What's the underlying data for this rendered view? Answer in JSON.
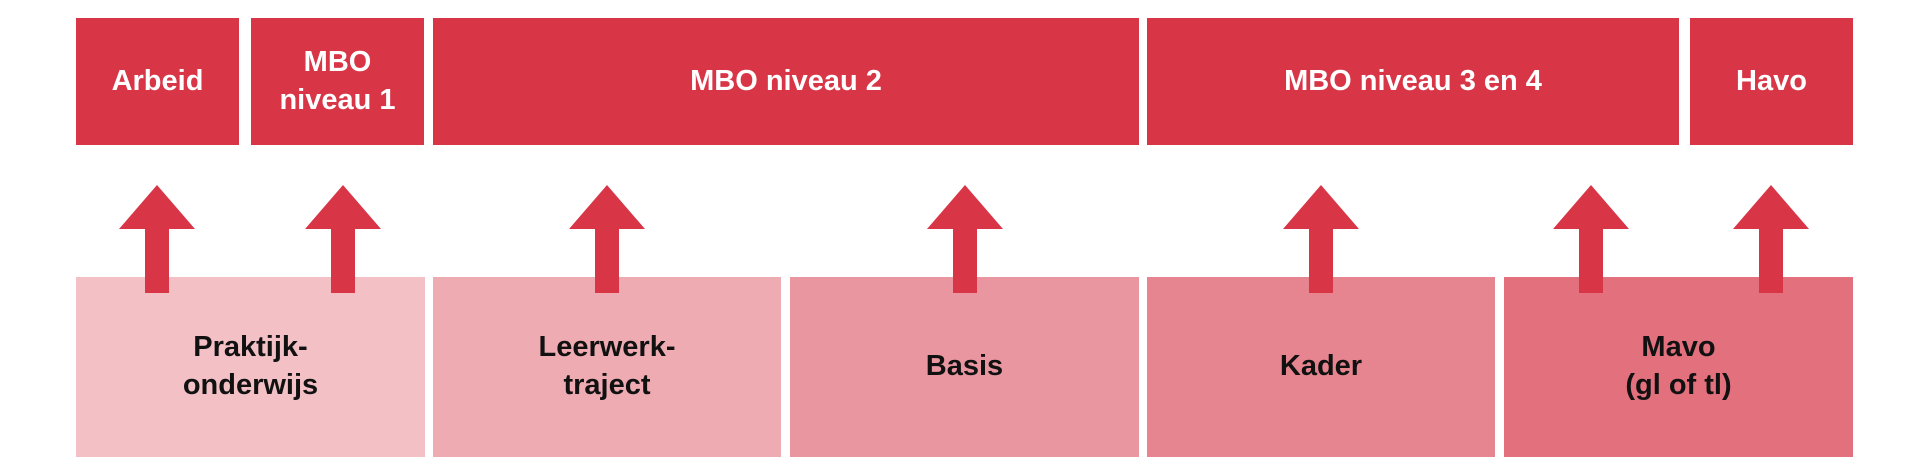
{
  "colors": {
    "top": "#d83547",
    "arrow": "#d83547"
  },
  "targets": [
    {
      "label": "Arbeid"
    },
    {
      "label": "MBO\nniveau 1"
    },
    {
      "label": "MBO niveau 2"
    },
    {
      "label": "MBO niveau 3 en 4"
    },
    {
      "label": "Havo"
    }
  ],
  "sources": [
    {
      "label": "Praktijk-\nonderwijs",
      "color": "#f2c0c5"
    },
    {
      "label": "Leerwerk-\ntraject",
      "color": "#efabb2"
    },
    {
      "label": "Basis",
      "color": "#ea96a0"
    },
    {
      "label": "Kader",
      "color": "#e68590"
    },
    {
      "label": "Mavo\n(gl of tl)",
      "color": "#e3707d"
    }
  ]
}
